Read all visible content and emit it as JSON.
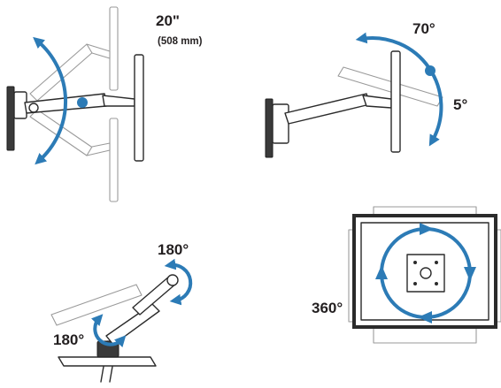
{
  "accent_color": "#2c7bb6",
  "panels": {
    "extension": {
      "value": "20\"",
      "metric": "(508 mm)"
    },
    "tilt": {
      "up": "70°",
      "down": "5°"
    },
    "swivel": {
      "top": "180°",
      "bottom": "180°"
    },
    "rotation": {
      "value": "360°"
    }
  }
}
